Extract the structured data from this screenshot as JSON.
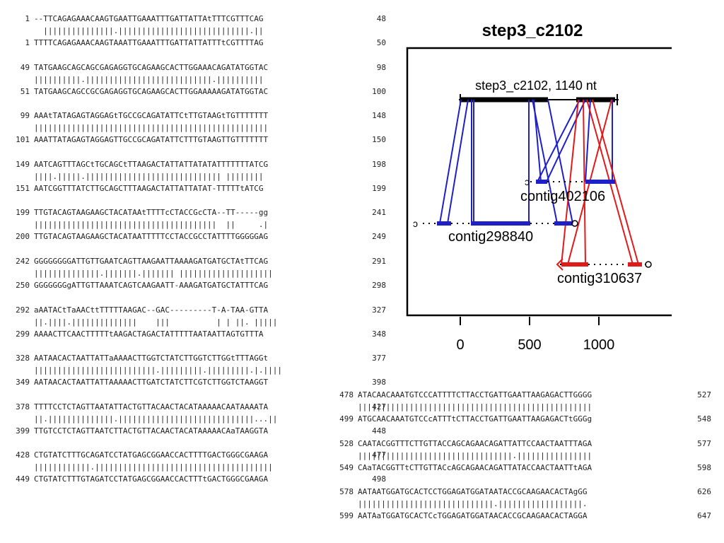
{
  "alignment_left": [
    {
      "num": "1",
      "seq": "--TTCAGAGAAACAAGTGAATTGAAATTTGATTATTAtTTTCGTTTCAG",
      "end": "48"
    },
    {
      "num": "",
      "seq": "  |||||||||||||||.||||||||||||||||||||||||||||.||",
      "end": ""
    },
    {
      "num": "1",
      "seq": "TTTTCAGAGAAACAAGTAAATTGAAATTTGATTATTATTTtCGTTTTAG",
      "end": "50"
    },
    {
      "num": "49",
      "seq": "TATGAAGCAGCAGCGAGAGGTGCAGAAGCACTTGGAAACAGATATGGTAC",
      "end": "98"
    },
    {
      "num": "",
      "seq": "||||||||||.|||||||||||||||||||||||||||.||||||||||",
      "end": ""
    },
    {
      "num": "51",
      "seq": "TATGAAGCAGCCGCGAGAGGTGCAGAAGCACTTGGAAAAAGATATGGTAC",
      "end": "100"
    },
    {
      "num": "99",
      "seq": "AAAtTATAGAGTAGGAGtTGCCGCAGATATTCtTTGTAAGtTGTTTTTTT",
      "end": "148"
    },
    {
      "num": "",
      "seq": "||||||||||||||||||||||||||||||||||||||||||||||||||",
      "end": ""
    },
    {
      "num": "101",
      "seq": "AAATTATAGAGTAGGAGTTGCCGCAGATATTCTTTGTAAGTTGTTTTTTT",
      "end": "150"
    },
    {
      "num": "149",
      "seq": "AATCAGTTTAGCtTGCAGCtTTAAGACTATTATTATATATTTTTTTATCG",
      "end": "198"
    },
    {
      "num": "",
      "seq": "||||.|||||.||||||||||||||||||||||||||||| ||||||||",
      "end": ""
    },
    {
      "num": "151",
      "seq": "AATCGGTTTATCTTGCAGCTTTAAGACTATTATTATAT-TTTTTtATCG",
      "end": "199"
    },
    {
      "num": "199",
      "seq": "TTGTACAGTAAGAAGCTACATAAtTTTTcCTACCGcCTA--TT-----gg",
      "end": "241"
    },
    {
      "num": "",
      "seq": "|||||||||||||||||||||||||||||||||||||||  ||     .|",
      "end": ""
    },
    {
      "num": "200",
      "seq": "TTGTACAGTAAGAAGCTACATAATTTTTCCTACCGCCTATTTTGGGGGAG",
      "end": "249"
    },
    {
      "num": "242",
      "seq": "GGGGGGGGATTGTTGAATCAGTTAAGAATTAAAAGATGATGCTAtTTCAG",
      "end": "291"
    },
    {
      "num": "",
      "seq": "||||||||||||||.|||||||.||||||| ||||||||||||||||||||",
      "end": ""
    },
    {
      "num": "250",
      "seq": "GGGGGGGgATTGTTAAATCAGTCAAGAATT-AAAGATGATGCTATTTCAG",
      "end": "298"
    },
    {
      "num": "292",
      "seq": "aAATACtTaAACttTTTTTAAGAC--GAC---------T-A-TAA-GTTA",
      "end": "327"
    },
    {
      "num": "",
      "seq": "||.||||.||||||||||||||    |||          | | ||. |||||",
      "end": ""
    },
    {
      "num": "299",
      "seq": "AAAACTTCAACTTTTTtAAGACTAGACTATTTTTAATAATTAGTGTTTA",
      "end": "348"
    },
    {
      "num": "328",
      "seq": "AATAACACTAATTATTaAAAACTTGGTCTATCTTGGTCTTGGtTTTAGGt",
      "end": "377"
    },
    {
      "num": "",
      "seq": "||||||||||||||||||||||||||.|||||||||.|||||||||.|.||||",
      "end": ""
    },
    {
      "num": "349",
      "seq": "AATAACACTAATTATTAAAAACTTGATCTATCTTCGTCTTGGTCTAAGGT",
      "end": "398"
    },
    {
      "num": "378",
      "seq": "TTTTCCTCTAGTTAATATTACTGTTACAACTACATAAAAACAATAAAATA",
      "end": "427"
    },
    {
      "num": "",
      "seq": "||.||||||||||||||.|||||||||||||||||||||||||||||...||",
      "end": ""
    },
    {
      "num": "399",
      "seq": "TTGTCCTCTAGTTAATCTTACTGTTACAACTACATAAAAACAaTAAGGTA",
      "end": "448"
    },
    {
      "num": "428",
      "seq": "CTGTATCTTTGCAGATCCTATGAGCGGAACCACTTTTGACTGGGCGAAGA",
      "end": "477"
    },
    {
      "num": "",
      "seq": "||||||||||||.||||||||||||||||||||||||||||||||||||||",
      "end": ""
    },
    {
      "num": "449",
      "seq": "CTGTATCTTTGTAGATCCTATGAGCGGAACCACTTTtGACTGGGCGAAGA",
      "end": "498"
    }
  ],
  "alignment_right": [
    {
      "num": "478",
      "seq": "ATACAACAAATGTCCCATTTTCTTACCTGATTGAATTAAGAGACTTGGGG",
      "end": "527"
    },
    {
      "num": "",
      "seq": "||||||||||||||||||||||||||||||||||||||||||||||||||",
      "end": ""
    },
    {
      "num": "499",
      "seq": "ATGCAACAAATGTCCcATTTtCTTACCTGATTGAATTAAGAGACTtGGGg",
      "end": "548"
    },
    {
      "num": "528",
      "seq": "CAATACGGTTTCTTGTTACCAGCAGAACAGATTATTCCAACTAATTTAGA",
      "end": "577"
    },
    {
      "num": "",
      "seq": "|||||||||||||||||||||||||||||||||.||||||||||||||||",
      "end": ""
    },
    {
      "num": "549",
      "seq": "CAaTACGGTTtCTTGTTACcAGCAGAACAGATTATACCAACTAATTtAGA",
      "end": "598"
    },
    {
      "num": "578",
      "seq": "AATAATGGATGCACTCCTGGAGATGGATAATACCGCAAGAACACTAgGG",
      "end": "626"
    },
    {
      "num": "",
      "seq": "|||||||||||||||||||||||||||||.||||||||||||||||||.",
      "end": ""
    },
    {
      "num": "599",
      "seq": "AATAaTGGATGCACTCcTGGAGATGGATAACACCGCAAGAACACTAGGA",
      "end": "647"
    }
  ],
  "diagram": {
    "title": "step3_c2102",
    "query_label": "step3_c2102, 1140 nt",
    "contigs": [
      {
        "label": "contig402106",
        "color": "#1f1fc8"
      },
      {
        "label": "contig298840",
        "color": "#1f1fc8"
      },
      {
        "label": "contig310637",
        "color": "#e01a1a"
      }
    ],
    "axis_ticks": [
      "0",
      "500",
      "1000"
    ],
    "colors": {
      "forward": "#1f1fc8",
      "reverse": "#e01a1a",
      "query": "#000000"
    }
  }
}
